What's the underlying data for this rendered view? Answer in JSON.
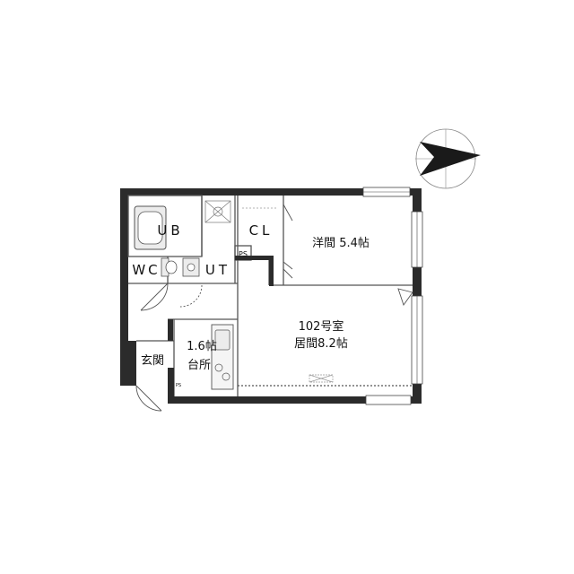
{
  "rooms": {
    "ub": "UB",
    "wc": "WC",
    "ut": "UT",
    "cl": "CL",
    "ps": "PS",
    "ps_small": "PS",
    "western_room": "洋間 5.4帖",
    "room_number": "102号室",
    "living_room": "居間8.2帖",
    "kitchen_size": "1.6帖",
    "kitchen": "台所",
    "entrance": "玄関"
  },
  "compass": {
    "icon": "north-arrow-icon"
  },
  "colors": {
    "wall": "#2b2b2b",
    "line": "#555555",
    "fixture_fill": "#ececec"
  }
}
